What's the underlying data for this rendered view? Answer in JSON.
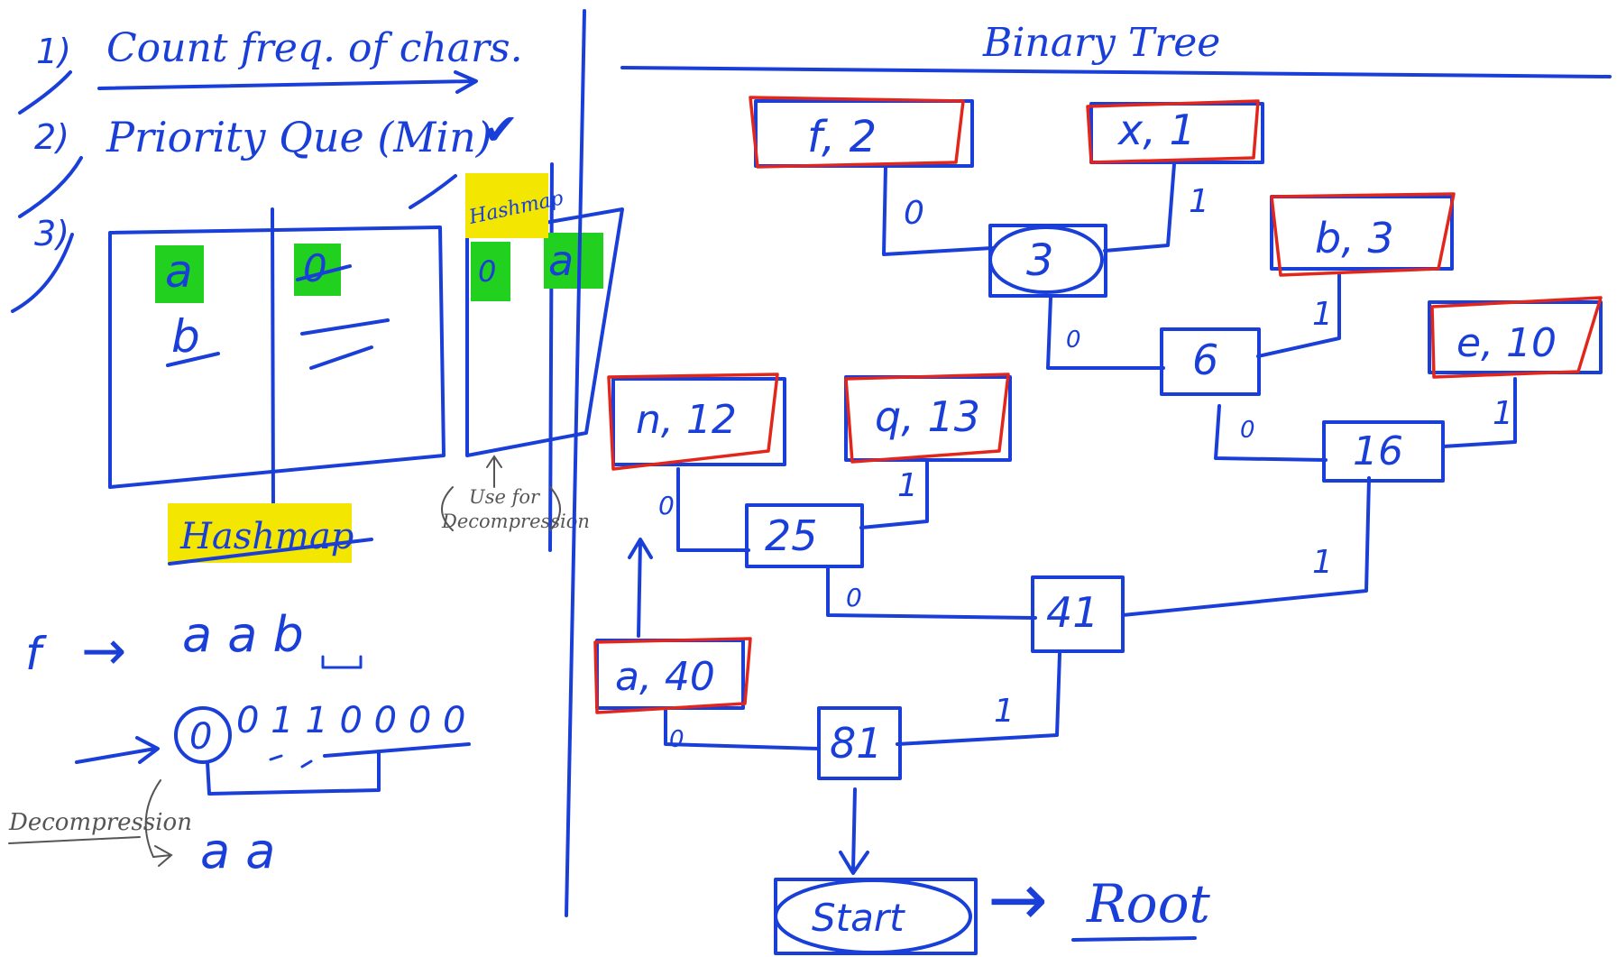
{
  "steps": {
    "step1_number": "1)",
    "step1_text": "Count freq. of chars.",
    "step2_number": "2)",
    "step2_text": "Priority Que (Min)",
    "step2_check": "✔",
    "step3_number": "3)"
  },
  "table": {
    "col1_row1": "a",
    "col1_row2": "b",
    "col2_row1": "0",
    "col3_row1": "0",
    "col4_row1": "a",
    "hashmap_label": "Hashmap",
    "bottom_label": "Hashmap",
    "use_for_note": "Use for Decompression"
  },
  "example": {
    "f_label": "f",
    "arrow": "→",
    "chars": "a a b",
    "bits_first": "0",
    "bits_rest": "0 1 1 0 0 0 0",
    "decompression_label": "Decompression",
    "result": "a a"
  },
  "tree": {
    "title": "Binary Tree",
    "nodes": {
      "f2": "f, 2",
      "x1": "x, 1",
      "n3": "3",
      "b3": "b, 3",
      "n6": "6",
      "e10": "e, 10",
      "n12": "n, 12",
      "q13": "q, 13",
      "n16": "16",
      "n25": "25",
      "n41": "41",
      "a40": "a, 40",
      "n81": "81",
      "start": "Start"
    },
    "edges": {
      "f2_3": "0",
      "x1_3": "1",
      "n3_6": "0",
      "b3_6": "1",
      "n6_16": "0",
      "e10_16": "1",
      "n12_25": "0",
      "q13_25": "1",
      "n25_41": "0",
      "n16_41": "1",
      "a40_81": "0",
      "n41_81": "1"
    },
    "root_arrow": "→",
    "root_label": "Root"
  },
  "colors": {
    "ink": "#1a3fd8",
    "red": "#e2261c",
    "yellow": "#f3e600",
    "green": "#22d11f"
  }
}
